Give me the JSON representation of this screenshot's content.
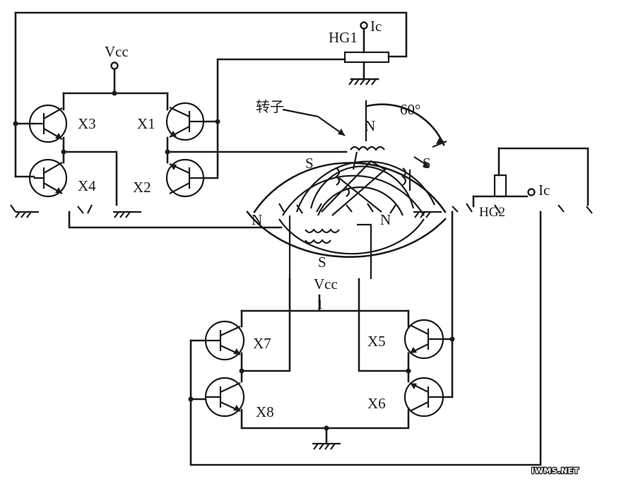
{
  "labels": {
    "vcc_top": "Vcc",
    "vcc_bottom": "Vcc",
    "hg1": "HG1",
    "hg2": "HG2",
    "ic_top": "Ic",
    "ic_right": "Ic",
    "rotor": "转子",
    "angle": "60°",
    "x1": "X1",
    "x2": "X2",
    "x3": "X3",
    "x4": "X4",
    "x5": "X5",
    "x6": "X6",
    "x7": "X7",
    "x8": "X8",
    "vcc_bottom_node": "1",
    "pole_n_top": "N",
    "pole_s_left": "S",
    "pole_s_right": "S",
    "pole_n_left": "N",
    "pole_n_right": "N",
    "pole_s_bottom": "S"
  },
  "watermark": "IWMS.NET"
}
